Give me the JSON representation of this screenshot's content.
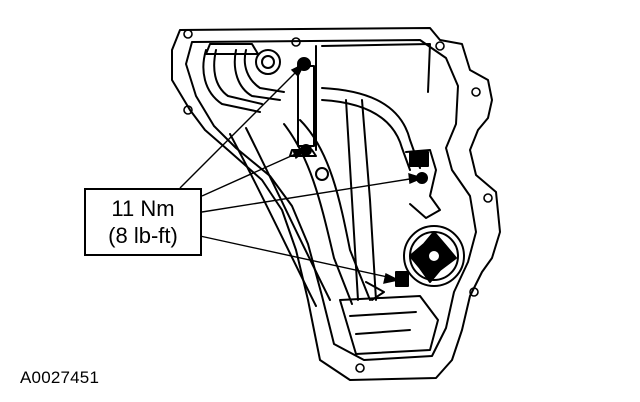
{
  "callout": {
    "torque_metric": "11 Nm",
    "torque_imperial": "(8 lb-ft)"
  },
  "figure_id": "A0027451",
  "colors": {
    "ink": "#000000",
    "paper": "#ffffff"
  }
}
